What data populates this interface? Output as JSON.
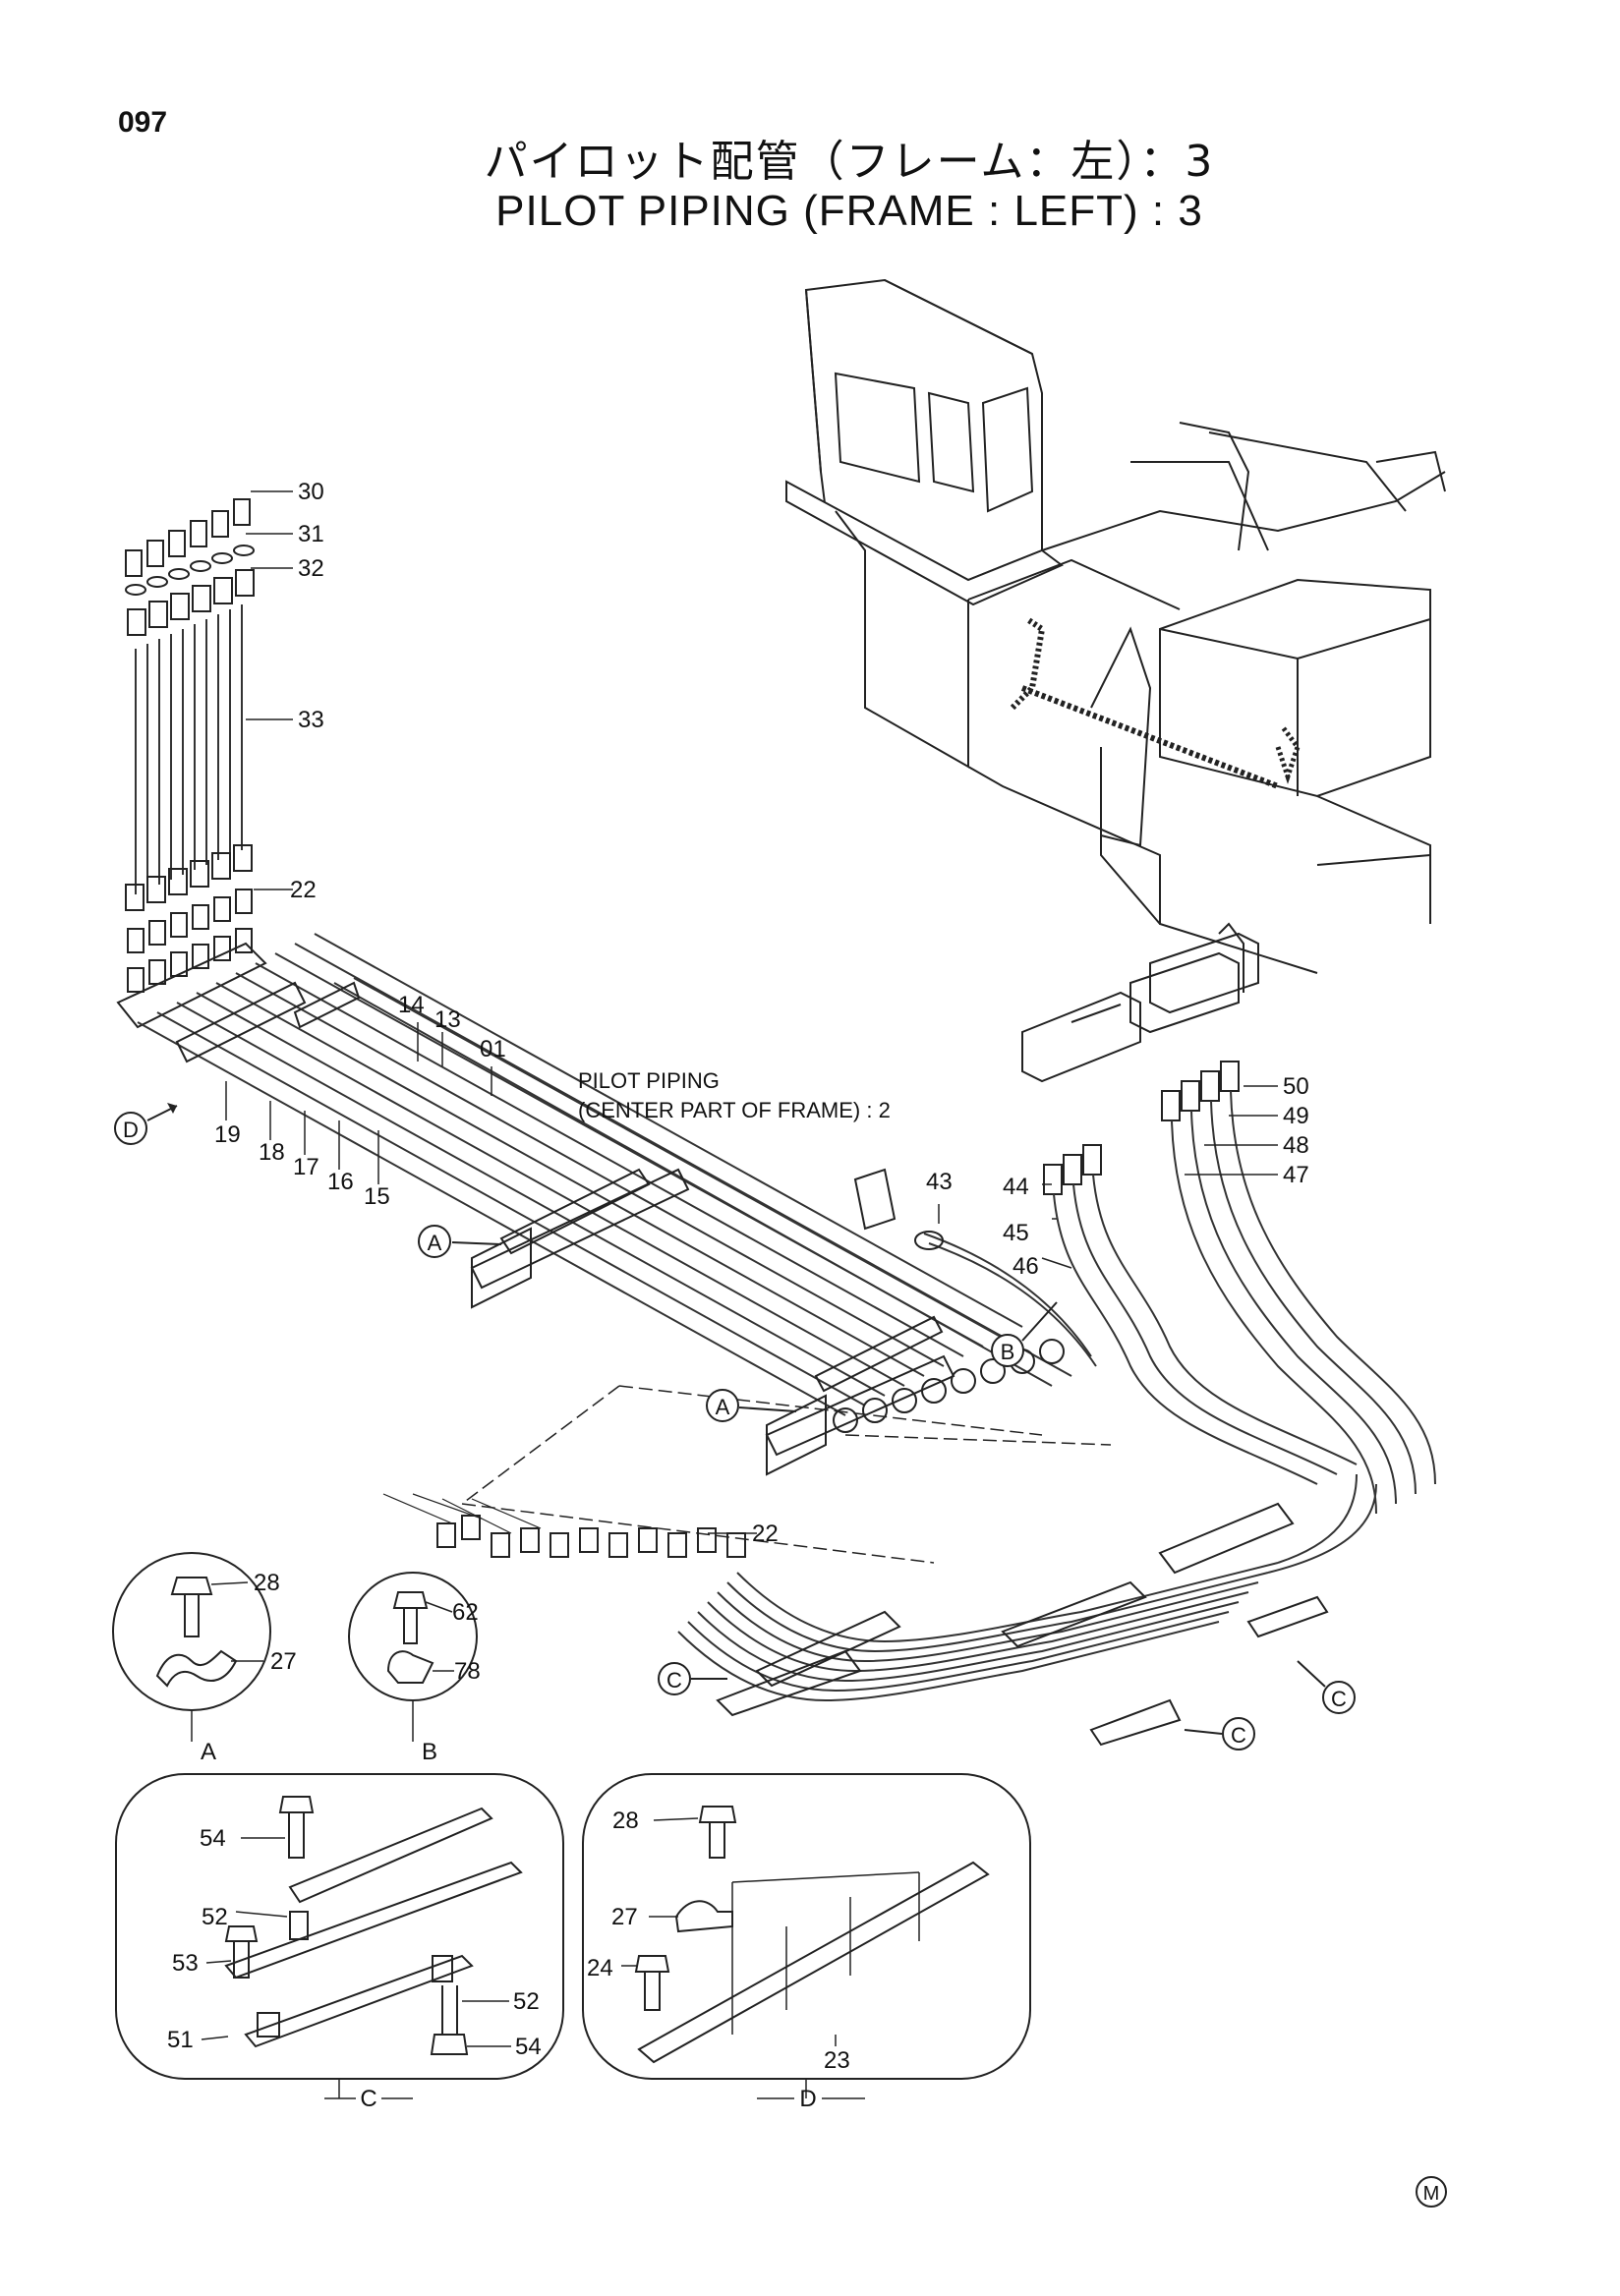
{
  "page": {
    "number": "097"
  },
  "titles": {
    "japanese": "パイロット配管（フレーム：左）：3",
    "english": "PILOT PIPING (FRAME : LEFT) : 3"
  },
  "notes": {
    "reference_line1": "PILOT PIPING",
    "reference_line2": "(CENTER PART OF FRAME) : 2"
  },
  "part_numbers": {
    "p30": "30",
    "p31": "31",
    "p32": "32",
    "p33": "33",
    "p22a": "22",
    "p14": "14",
    "p13": "13",
    "p01": "01",
    "p19": "19",
    "p18": "18",
    "p17": "17",
    "p16": "16",
    "p15": "15",
    "p43": "43",
    "p44": "44",
    "p45": "45",
    "p46": "46",
    "p50": "50",
    "p49": "49",
    "p48": "48",
    "p47": "47",
    "p22b": "22",
    "a28": "28",
    "a27": "27",
    "b62": "62",
    "b78": "78",
    "c54a": "54",
    "c52a": "52",
    "c53": "53",
    "c51": "51",
    "c52b": "52",
    "c54b": "54",
    "d28": "28",
    "d27": "27",
    "d24": "24",
    "d23": "23"
  },
  "detail_markers": {
    "d_main": "D",
    "a1": "A",
    "a2": "A",
    "b_main": "B",
    "c1": "C",
    "c2": "C",
    "c3": "C"
  },
  "detail_labels": {
    "a": "A",
    "b": "B",
    "c": "C",
    "d": "D"
  },
  "footer": {
    "mark": "M"
  }
}
